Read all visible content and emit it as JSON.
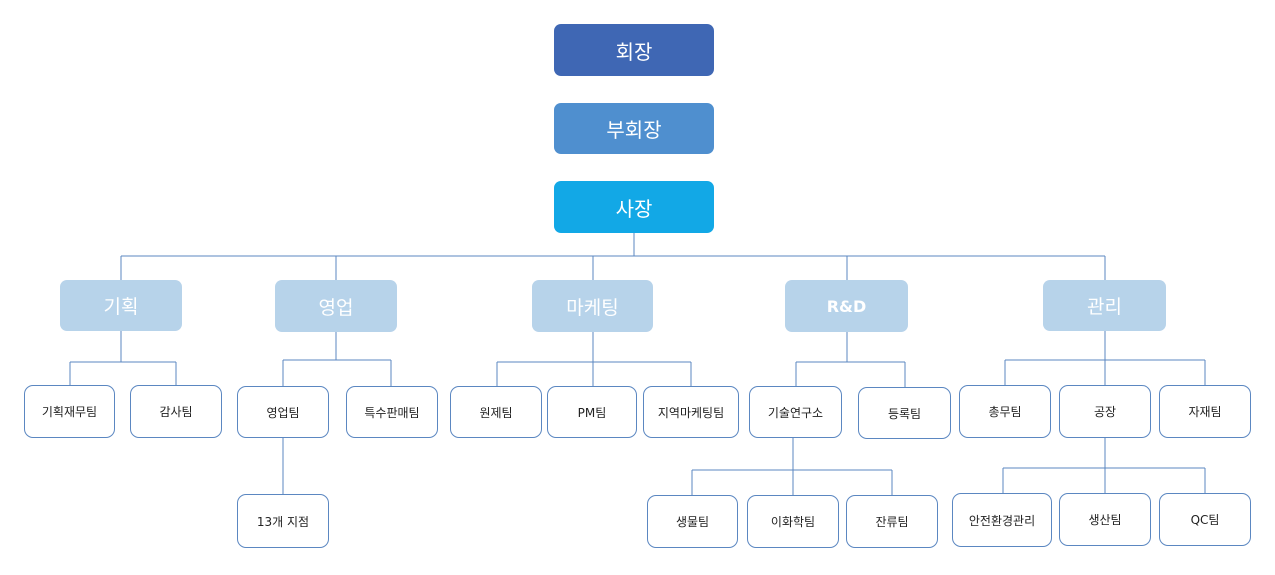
{
  "executives": {
    "chairman": "회장",
    "vice_chairman": "부회장",
    "ceo": "사장"
  },
  "divisions": {
    "planning": {
      "label": "기획",
      "teams": [
        "기획재무팀",
        "감사팀"
      ]
    },
    "sales": {
      "label": "영업",
      "teams": [
        "영업팀",
        "특수판매팀"
      ],
      "sub": "13개 지점"
    },
    "marketing": {
      "label": "마케팅",
      "teams": [
        "원제팀",
        "PM팀",
        "지역마케팅팀"
      ]
    },
    "rnd": {
      "label": "R&D",
      "teams": [
        "기술연구소",
        "등록팀"
      ],
      "sub": [
        "생물팀",
        "이화학팀",
        "잔류팀"
      ]
    },
    "admin": {
      "label": "관리",
      "teams": [
        "총무팀",
        "공장",
        "자재팀"
      ],
      "sub": [
        "안전환경관리",
        "생산팀",
        "QC팀"
      ]
    }
  },
  "colors": {
    "chairman": "#3f67b4",
    "vice_chairman": "#4f8fcf",
    "ceo": "#12a8e6",
    "division": "#b7d3ea",
    "line": "#5b87c1"
  }
}
